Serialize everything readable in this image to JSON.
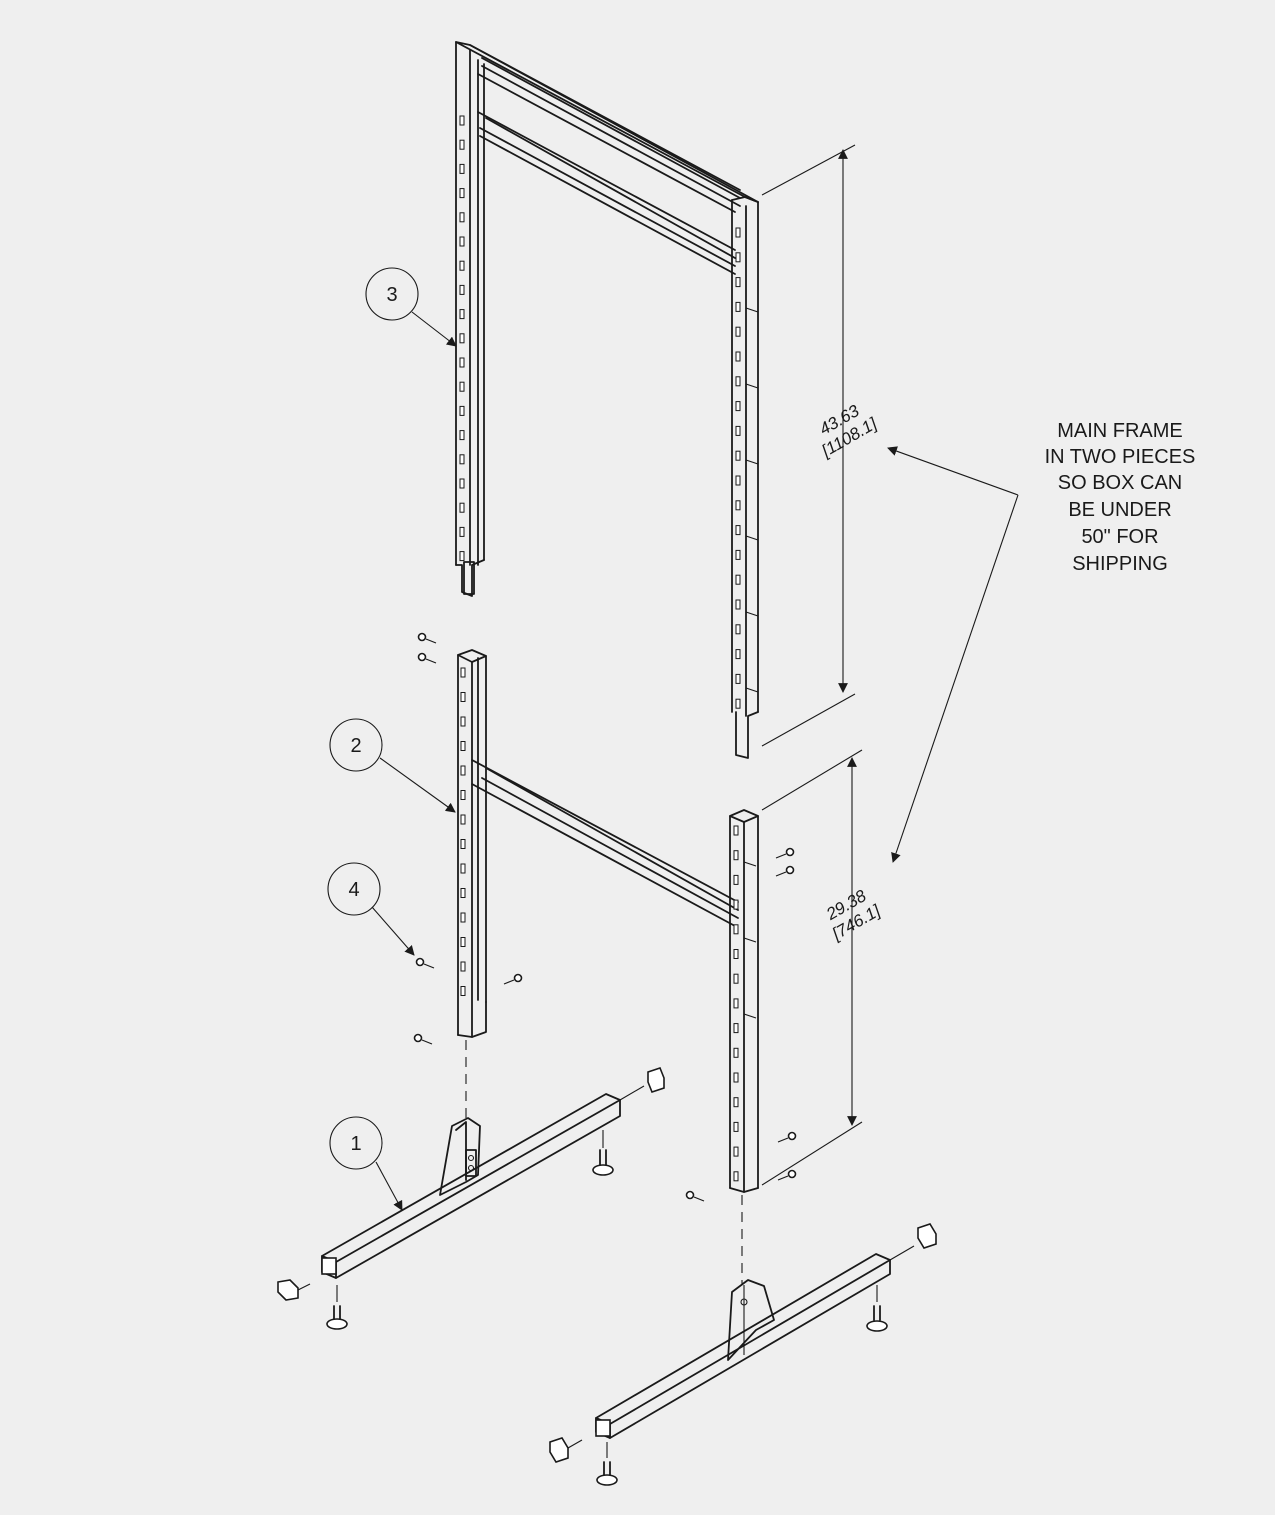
{
  "balloons": [
    {
      "label": "1"
    },
    {
      "label": "2"
    },
    {
      "label": "3"
    },
    {
      "label": "4"
    }
  ],
  "dimensions": {
    "upper": {
      "inches": "43.63",
      "mm": "[1108.1]"
    },
    "lower": {
      "inches": "29.38",
      "mm": "[746.1]"
    }
  },
  "note": {
    "lines": [
      "MAIN FRAME",
      "IN TWO PIECES",
      "SO BOX CAN",
      "BE UNDER",
      "50\" FOR",
      "SHIPPING"
    ]
  },
  "colors": {
    "background": "#efefef",
    "line": "#1a1a1a"
  }
}
